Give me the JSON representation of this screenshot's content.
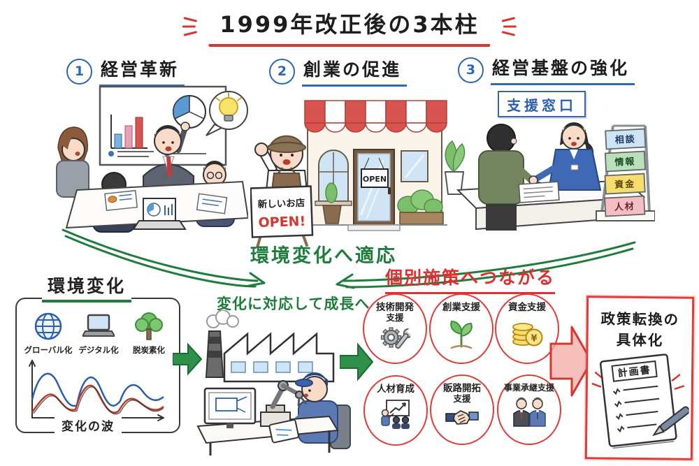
{
  "colors": {
    "accent_red": "#e03131",
    "accent_green": "#1e7d3c",
    "accent_blue": "#2b5fad",
    "card_consult": "#cde4f5",
    "card_info": "#b9e0ba",
    "card_fund": "#f5dd6e",
    "card_hr": "#f3bfc4"
  },
  "title": {
    "text": "1999年改正後の3本柱"
  },
  "pillars": [
    {
      "num": "1",
      "label": "経営革新"
    },
    {
      "num": "2",
      "label": "創業の促進"
    },
    {
      "num": "3",
      "label": "経営基盤の強化"
    }
  ],
  "scene_shop": {
    "signboard_line1": "新しいお店",
    "signboard_line2": "OPEN!",
    "door_sign": "OPEN"
  },
  "scene_counter": {
    "sign": "支援窓口",
    "stand_cards": [
      {
        "label": "相談",
        "color": "#cde4f5"
      },
      {
        "label": "情報",
        "color": "#b9e0ba"
      },
      {
        "label": "資金",
        "color": "#f5dd6e"
      },
      {
        "label": "人材",
        "color": "#f3bfc4"
      }
    ]
  },
  "flow": {
    "adapt_label": "環境変化へ適応",
    "growth_label": "変化に対応して成長へ",
    "measures_label": "個別施策へつながる"
  },
  "env_box": {
    "title": "環境変化",
    "factors": [
      {
        "label": "グローバル化",
        "icon": "globe-icon"
      },
      {
        "label": "デジタル化",
        "icon": "laptop-icon"
      },
      {
        "label": "脱炭素化",
        "icon": "tree-icon"
      }
    ],
    "wave_label": "変化の波"
  },
  "measures": [
    {
      "label": "技術開発支援",
      "line1": "技術開発",
      "line2": "支援",
      "icon": "gear-wrench-icon"
    },
    {
      "label": "創業支援",
      "line1": "創業支援",
      "line2": "",
      "icon": "sprout-icon"
    },
    {
      "label": "資金支援",
      "line1": "資金支援",
      "line2": "",
      "icon": "yen-coins-icon",
      "coin_symbol": "¥"
    },
    {
      "label": "人材育成",
      "line1": "人材育成",
      "line2": "",
      "icon": "training-icon"
    },
    {
      "label": "販路開拓支援",
      "line1": "販路開拓",
      "line2": "支援",
      "icon": "handshake-icon"
    },
    {
      "label": "事業承継支援",
      "line1": "事業承継支援",
      "line2": "",
      "icon": "succession-icon"
    }
  ],
  "policy_box": {
    "title_line1": "政策転換の",
    "title_line2": "具体化",
    "notepad_title": "計画書"
  }
}
